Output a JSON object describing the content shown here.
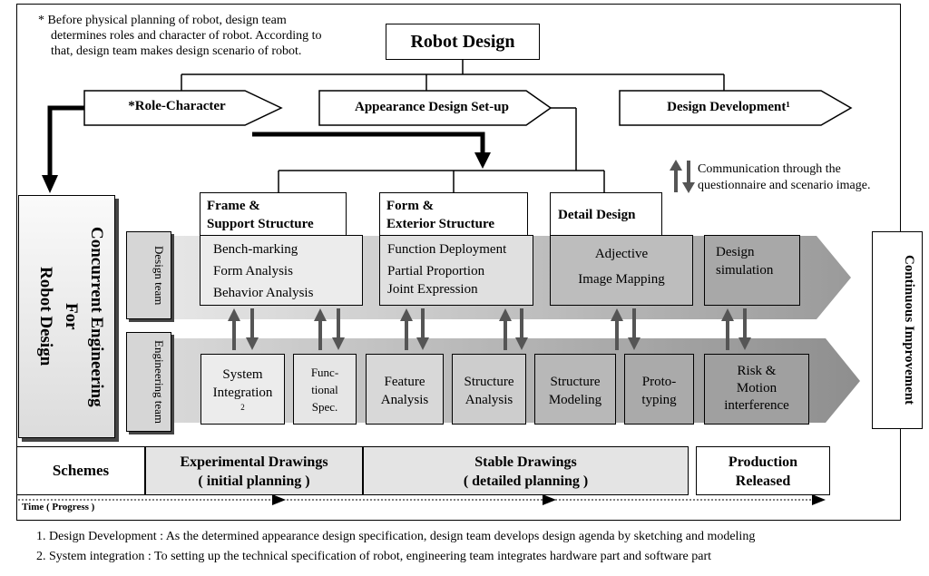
{
  "note": [
    "* Before physical planning of robot, design team",
    "determines roles and character of robot. According to",
    "that, design team makes design scenario of robot."
  ],
  "title": "Robot Design",
  "top_stages": [
    "*Role-Character",
    "Appearance Design Set-up",
    "Design Development¹"
  ],
  "legend": [
    "Communication through the",
    "questionnaire and scenario image."
  ],
  "concurrent_label": [
    "Concurrent  Engineering",
    "For",
    "Robot  Design"
  ],
  "design_team_label": "Design team",
  "engineering_team_label": "Engineering team",
  "continuous_label": "Continuous Improvement",
  "categories": [
    {
      "title": [
        "Frame &",
        "Support Structure"
      ],
      "items": [
        "Bench-marking",
        "Form Analysis",
        "Behavior Analysis"
      ]
    },
    {
      "title": [
        "Form &",
        "Exterior Structure"
      ],
      "items": [
        "Function Deployment",
        "Partial Proportion",
        "Joint Expression"
      ]
    },
    {
      "title": [
        "Detail Design"
      ],
      "items": [
        "Adjective",
        "Image Mapping"
      ]
    }
  ],
  "design_simulation": [
    "Design",
    "simulation"
  ],
  "engineering_boxes": [
    [
      "System",
      "Integration",
      "2"
    ],
    [
      "Func-",
      "tional",
      "Spec."
    ],
    [
      "Feature",
      "Analysis"
    ],
    [
      "Structure",
      "Analysis"
    ],
    [
      "Structure",
      "Modeling"
    ],
    [
      "Proto-",
      "typing"
    ],
    [
      "Risk &",
      "Motion",
      "interference"
    ]
  ],
  "timeline": {
    "schemes": "Schemes",
    "experimental": [
      "Experimental Drawings",
      "( initial planning )"
    ],
    "stable": [
      "Stable Drawings",
      "( detailed planning )"
    ],
    "production": [
      "Production",
      "Released"
    ],
    "axis_label": "Time ( Progress )"
  },
  "footnotes": [
    "1. Design Development : As the determined appearance design specification, design team develops design agenda by sketching and modeling",
    "2. System integration : To setting up the technical specification of robot, engineering team integrates hardware part and software part"
  ]
}
